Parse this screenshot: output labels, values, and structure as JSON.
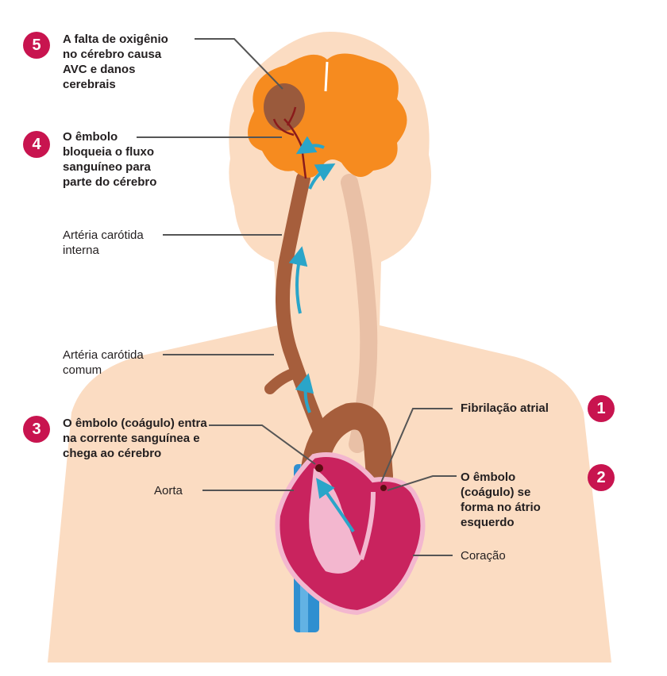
{
  "colors": {
    "skin": "#fbdcc2",
    "brain": "#f68b1f",
    "brain_lobe": "#9a5a3c",
    "artery": "#a65e3c",
    "artery_light": "#e9c0a6",
    "heart": "#c9235e",
    "heart_light": "#f3b7cf",
    "vein": "#2f8fd0",
    "arrow": "#2aa5c9",
    "badge": "#c8144f",
    "leader": "#555555"
  },
  "steps": [
    {
      "number": "5",
      "text": "A falta de oxigênio\nno cérebro causa\nAVC e danos\ncerebrais"
    },
    {
      "number": "4",
      "text": "O êmbolo\nbloqueia o fluxo\nsanguíneo para\nparte do cérebro"
    },
    {
      "number": "3",
      "text": "O êmbolo (coágulo) entra\nna corrente sanguínea e\nchega ao cérebro"
    },
    {
      "number": "1",
      "text": "Fibrilação atrial"
    },
    {
      "number": "2",
      "text": "O êmbolo\n(coágulo) se\nforma no átrio\nesquerdo"
    }
  ],
  "labels": {
    "internal_carotid": "Artéria carótida\ninterna",
    "common_carotid": "Artéria carótida\ncomum",
    "aorta": "Aorta",
    "heart": "Coração"
  }
}
